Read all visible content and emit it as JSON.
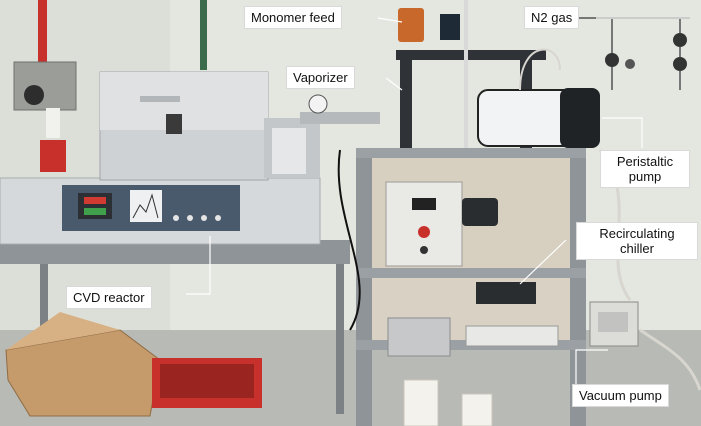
{
  "labels": {
    "monomer_feed": "Monomer feed",
    "n2_gas": "N2 gas",
    "vaporizer": "Vaporizer",
    "peristaltic_pump_line1": "Peristaltic",
    "peristaltic_pump_line2": "pump",
    "recirculating_chiller_line1": "Recirculating",
    "recirculating_chiller_line2": "chiller",
    "cvd_reactor": "CVD reactor",
    "vacuum_pump": "Vacuum pump"
  },
  "colors": {
    "wall": "#e6e8e2",
    "floor": "#b9bbb6",
    "rack_metal": "#8e9498",
    "furnace_body": "#d7d9db",
    "control_panel": "#4a5a6d",
    "label_bg": "#ffffff",
    "label_text": "#111111",
    "red_accent": "#c8312b"
  }
}
